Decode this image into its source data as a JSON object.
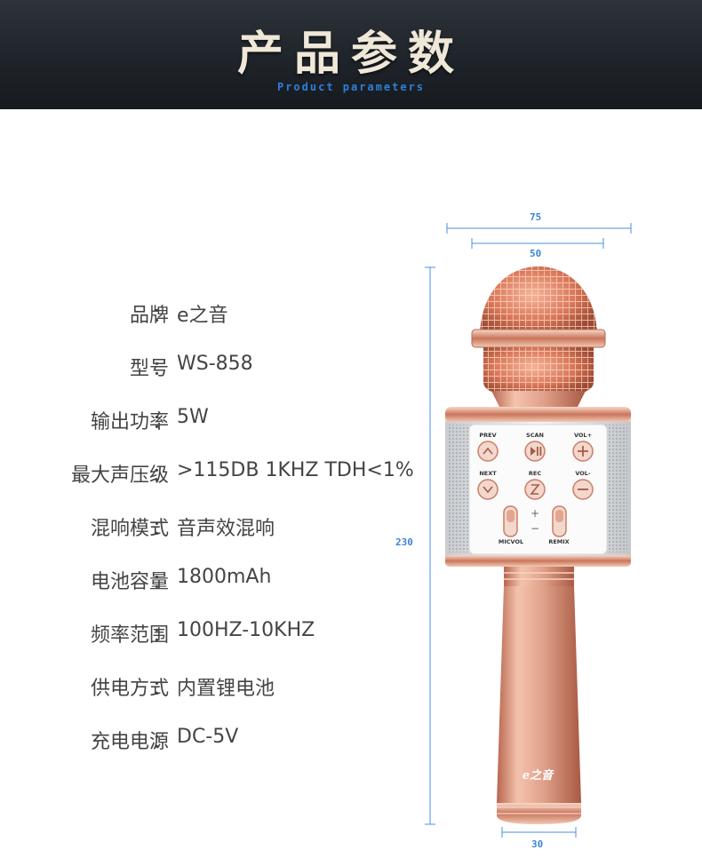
{
  "header": {
    "title": "产品参数",
    "subtitle": "Product parameters"
  },
  "specs": [
    {
      "label": "品牌",
      "colon": "：",
      "value": "e之音"
    },
    {
      "label": "型号",
      "colon": "：",
      "value": "WS-858"
    },
    {
      "label": "输出功率",
      "colon": "：",
      "value": "5W"
    },
    {
      "label": "最大声压级",
      "colon": "：",
      "value": ">115DB 1KHZ TDH<1%"
    },
    {
      "label": "混响模式",
      "colon": "：",
      "value": "音声效混响"
    },
    {
      "label": "电池容量",
      "colon": "：",
      "value": "1800mAh"
    },
    {
      "label": "频率范围",
      "colon": "：",
      "value": "100HZ-10KHZ"
    },
    {
      "label": "供电方式",
      "colon": "：",
      "value": "内置锂电池"
    },
    {
      "label": "充电电源",
      "colon": "：",
      "value": "DC-5V"
    }
  ],
  "dimensions": {
    "outer_width": "75",
    "head_width": "50",
    "height": "230",
    "handle_width": "30"
  },
  "buttons": {
    "prev": "PREV",
    "scan": "SCAN",
    "vol_up": "VOL+",
    "next": "NEXT",
    "rec": "REC",
    "vol_down": "VOL-",
    "micvol": "MICVOL",
    "remix": "REMIX",
    "plus": "+",
    "minus": "−"
  },
  "brand_logo_text": "e之音",
  "colors": {
    "header_bg": "#1f242a",
    "title": "#efe8d8",
    "subtitle": "#2d7fd8",
    "rose_gold": "#d9937a",
    "dimension_blue": "#3c85d8"
  }
}
